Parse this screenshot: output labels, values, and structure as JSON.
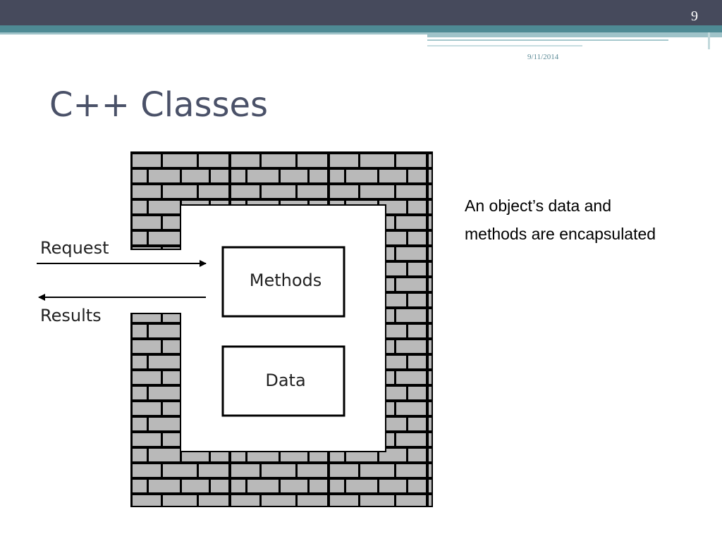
{
  "slide": {
    "number": "9",
    "date": "9/11/2014",
    "title": "C++ Classes",
    "body_text": "An object’s data and methods are encapsulated"
  },
  "diagram": {
    "inner_boxes": [
      "Methods",
      "Data"
    ],
    "arrows": [
      {
        "label": "Request",
        "direction": "in"
      },
      {
        "label": "Results",
        "direction": "out"
      }
    ],
    "wall": "brick",
    "colors": {
      "brick_fill": "#b9b9b9",
      "brick_stroke": "#000000"
    }
  }
}
